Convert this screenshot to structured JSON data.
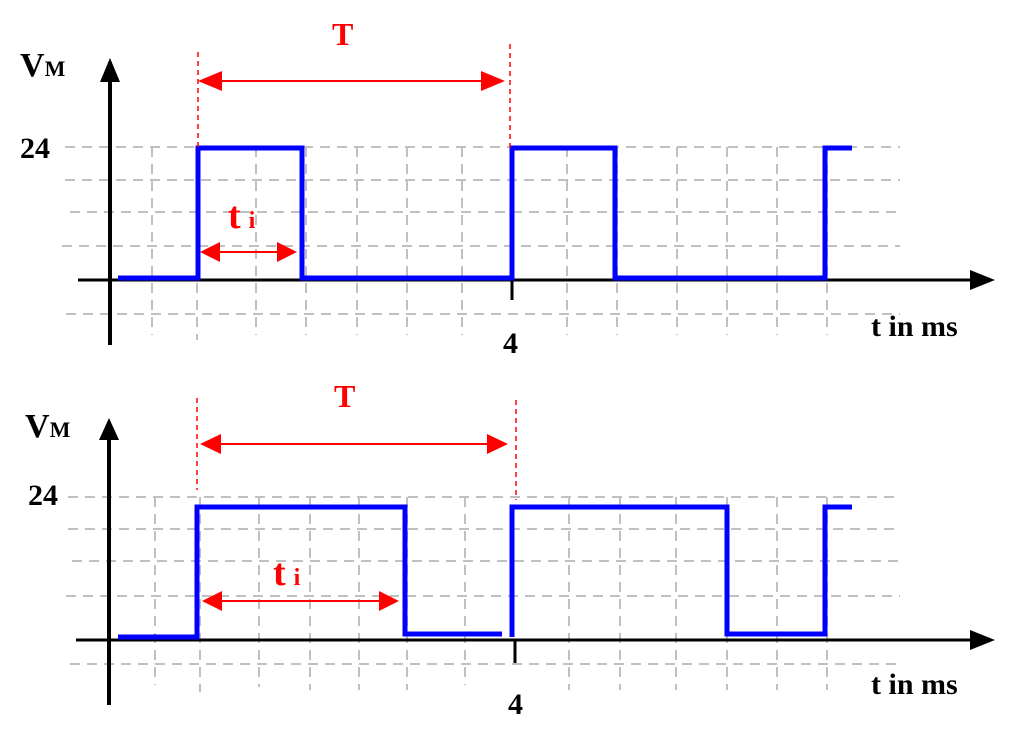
{
  "diagrams": [
    {
      "y_label": "V",
      "y_label_sub": "M",
      "y_tick": "24",
      "x_tick": "4",
      "x_label": "t in ms",
      "period_label": "T",
      "pulse_label": "t",
      "pulse_label_sub": "i"
    },
    {
      "y_label": "V",
      "y_label_sub": "M",
      "y_tick": "24",
      "x_tick": "4",
      "x_label": "t in ms",
      "period_label": "T",
      "pulse_label": "t",
      "pulse_label_sub": "i"
    }
  ],
  "colors": {
    "signal": "#0000ff",
    "annotation": "#ff0000",
    "axis": "#000000",
    "grid": "#c0c0c0"
  }
}
